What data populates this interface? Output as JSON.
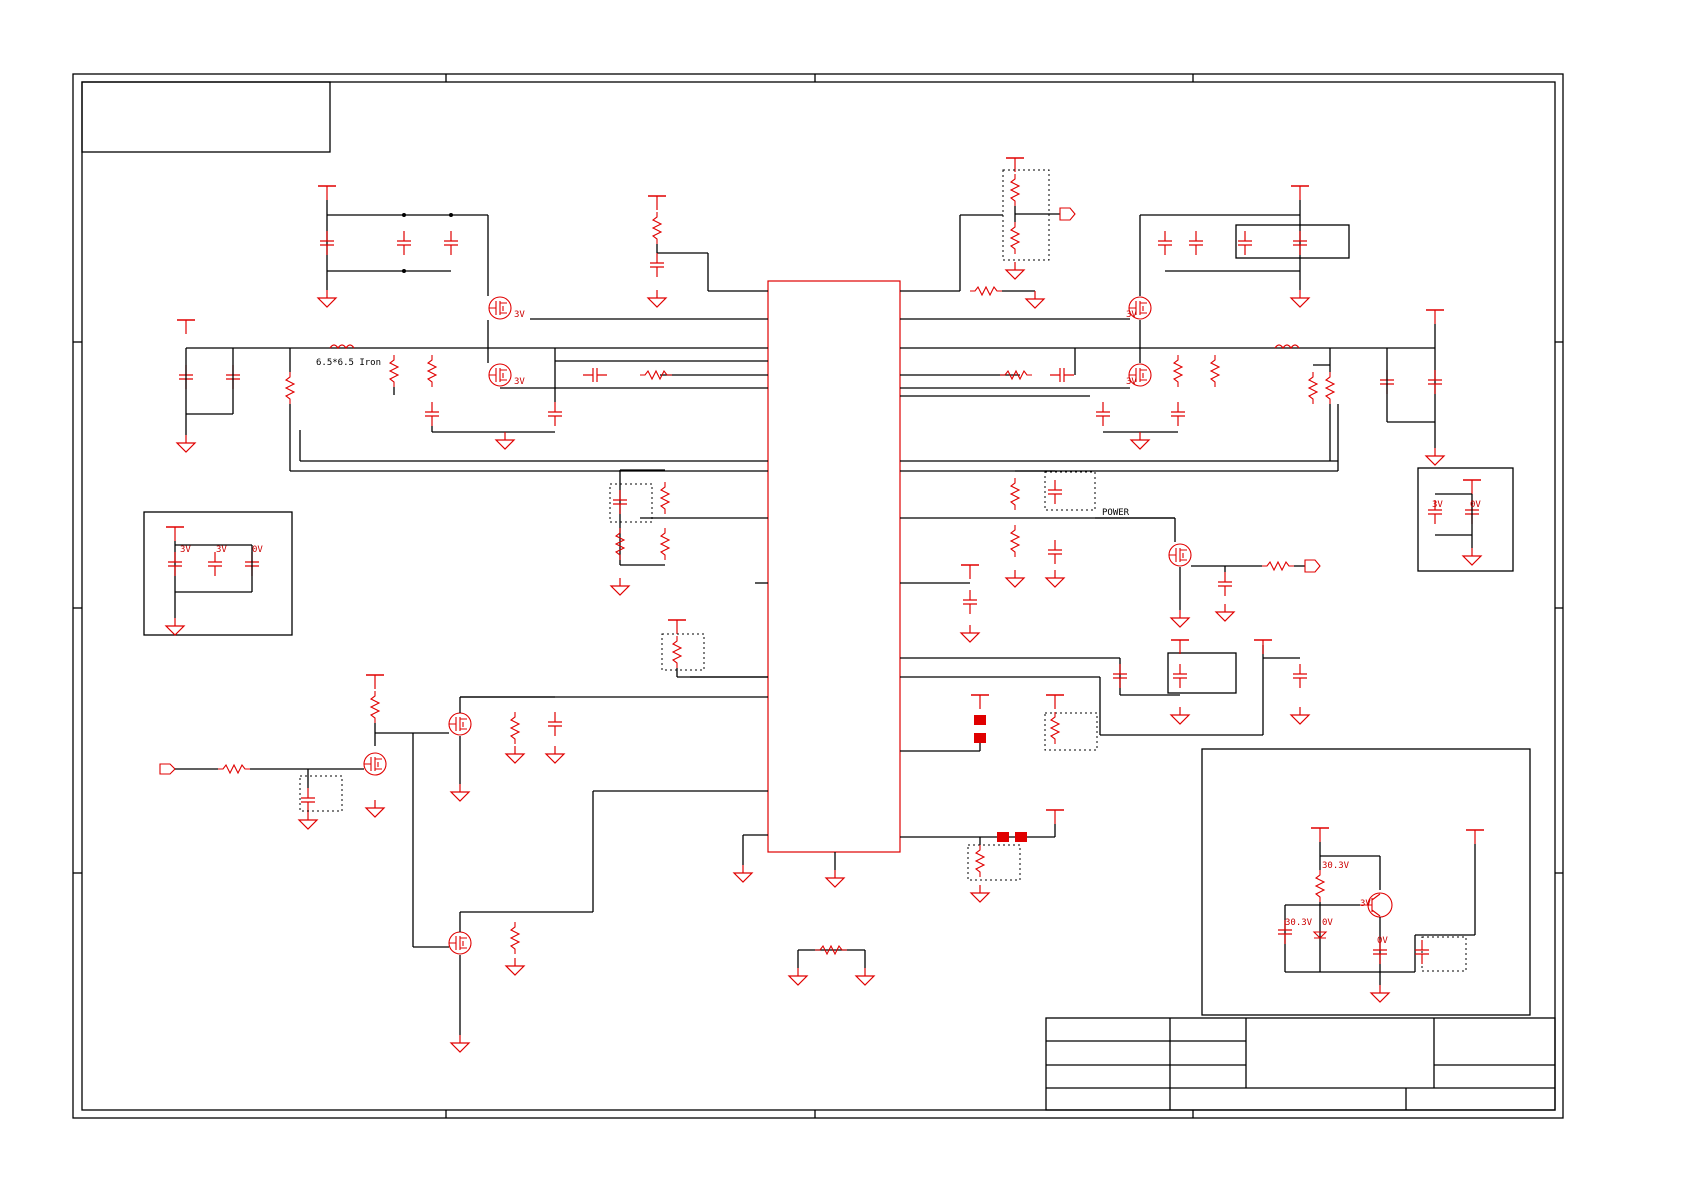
{
  "schematic": {
    "labels": {
      "inductor_left": "6.5*6.5 Iron",
      "power": "POWER",
      "v_3v": "3V",
      "v_0v": "0V",
      "v_30_3v": "30.3V"
    }
  }
}
